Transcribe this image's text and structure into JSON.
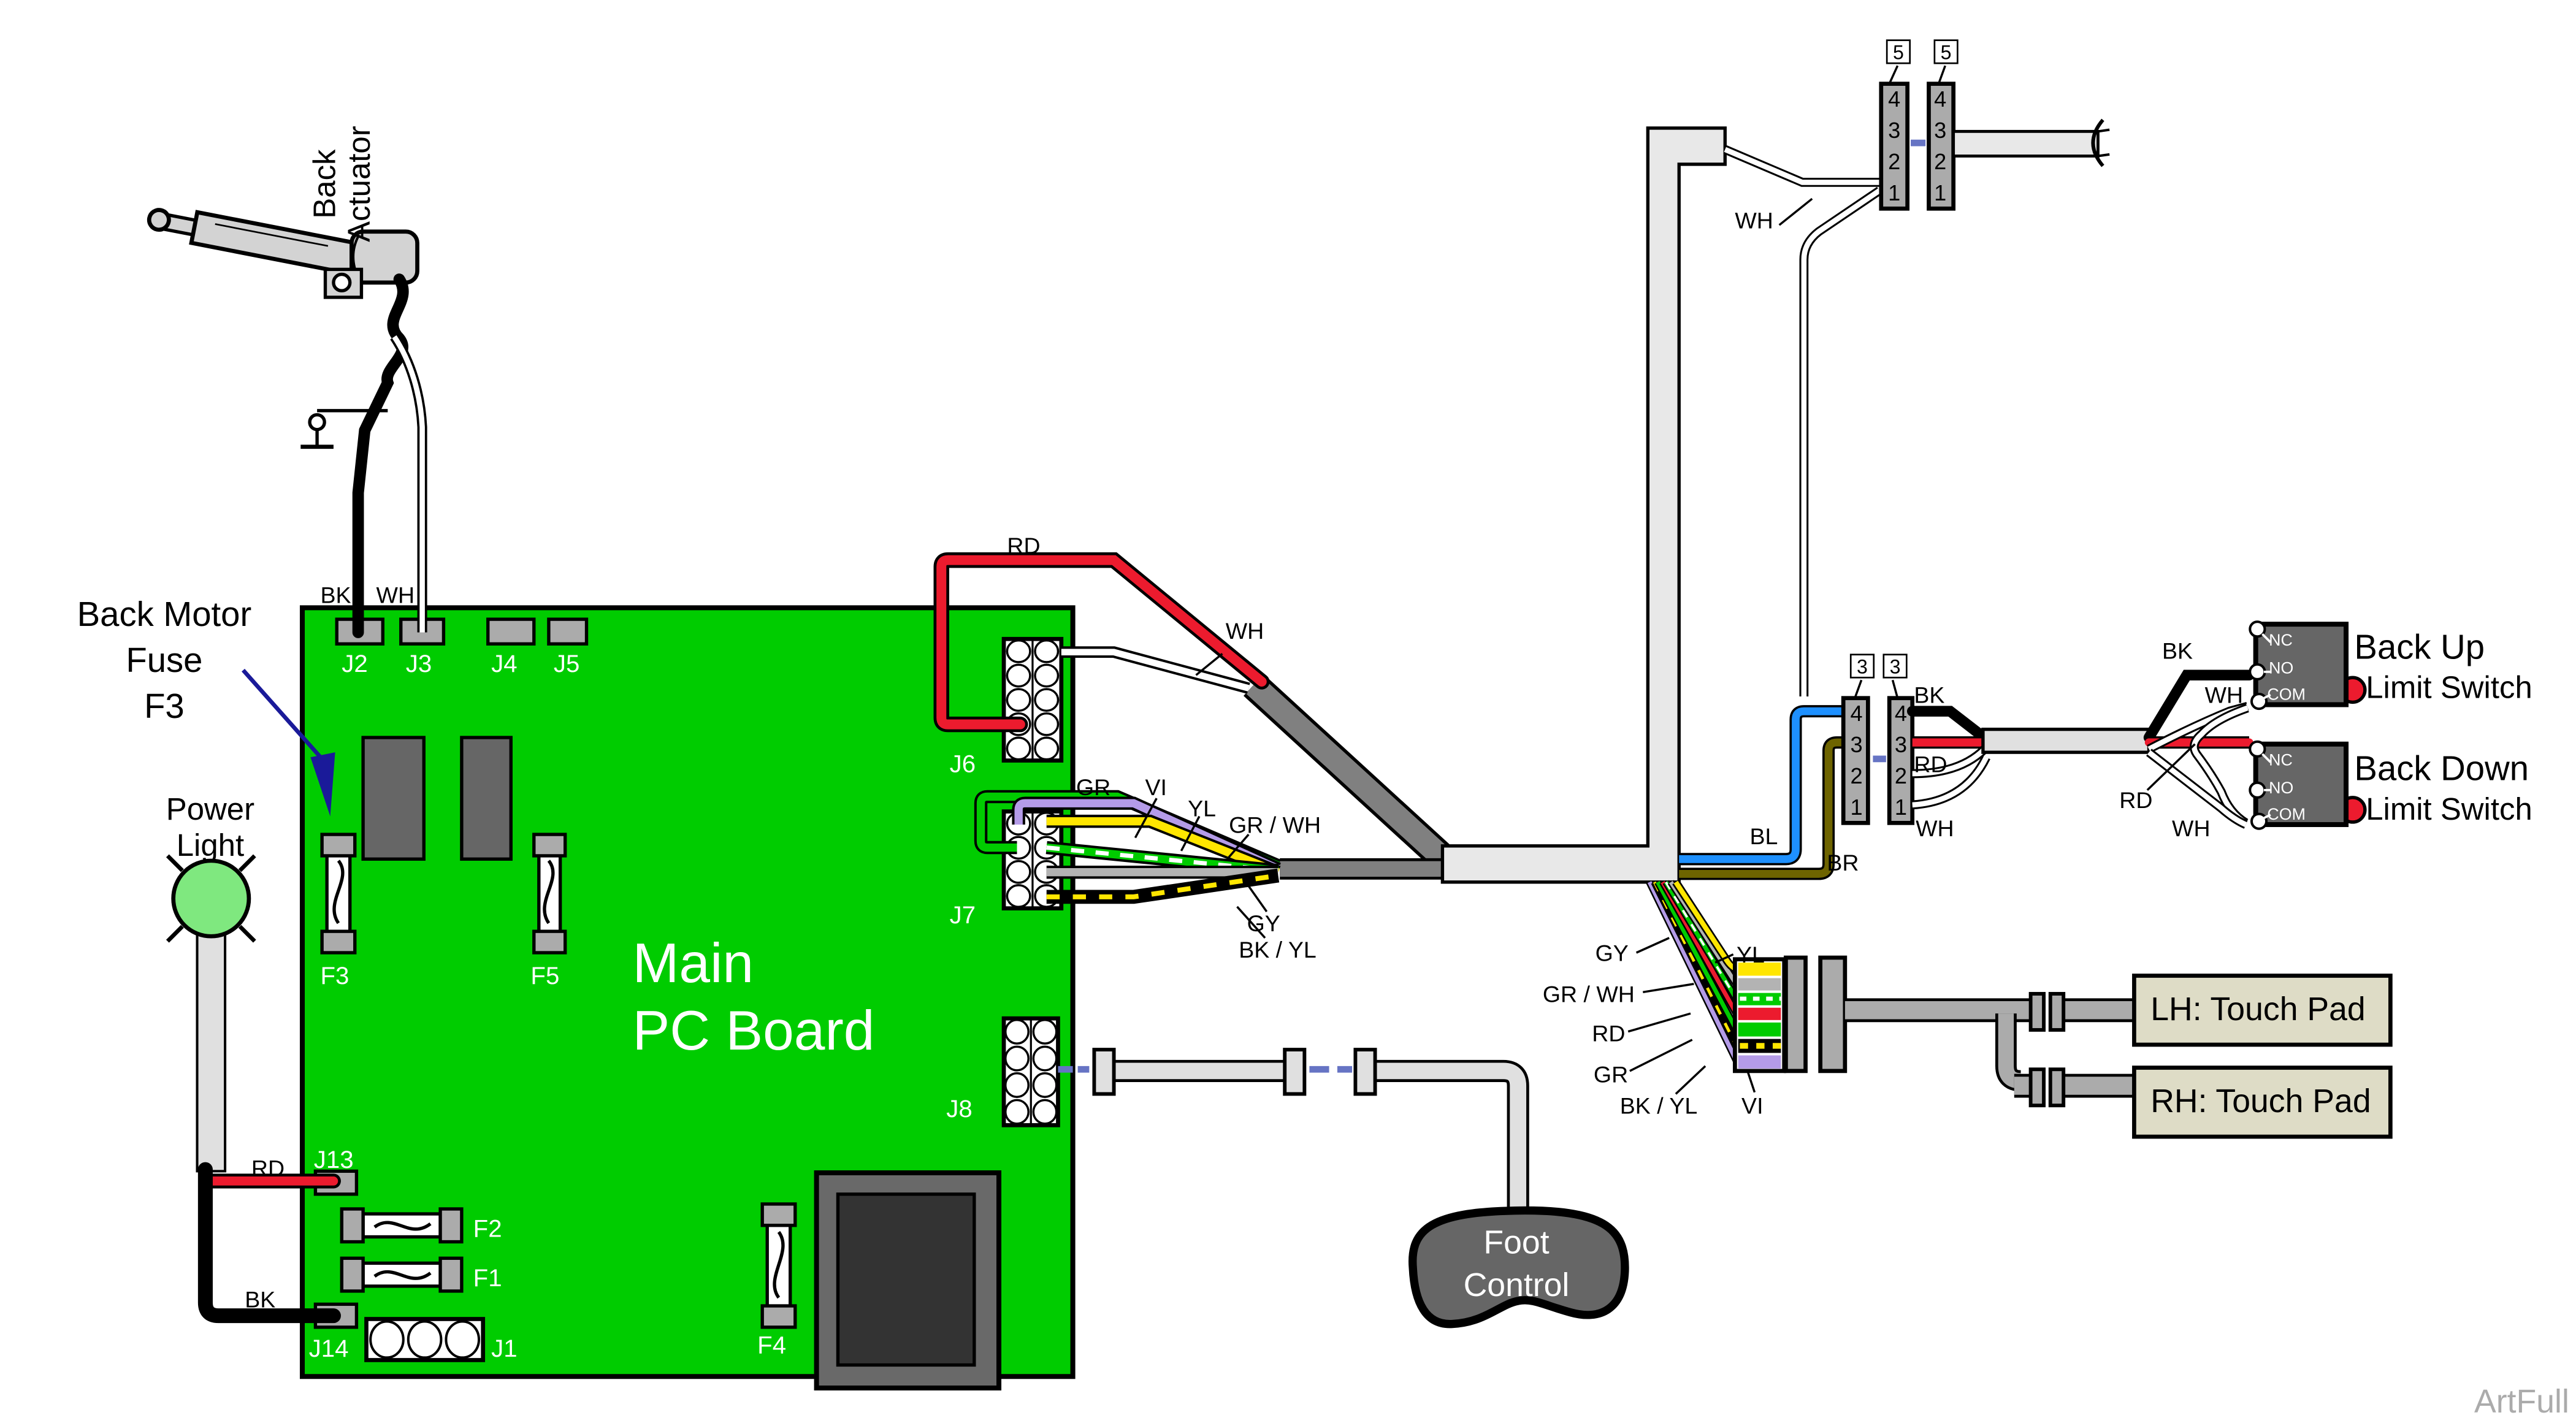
{
  "diagram": {
    "watermark": "ArtFull",
    "board": {
      "title_line1": "Main",
      "title_line2": "PC Board",
      "connectors": {
        "j1": "J1",
        "j2": "J2",
        "j3": "J3",
        "j4": "J4",
        "j5": "J5",
        "j6": "J6",
        "j7": "J7",
        "j8": "J8",
        "j13": "J13",
        "j14": "J14"
      },
      "fuses": {
        "f1": "F1",
        "f2": "F2",
        "f3": "F3",
        "f4": "F4",
        "f5": "F5"
      }
    },
    "actuator": {
      "label_line1": "Back",
      "label_line2": "Actuator"
    },
    "back_motor_fuse": {
      "line1": "Back Motor",
      "line2": "Fuse",
      "line3": "F3"
    },
    "power_light": {
      "line1": "Power",
      "line2": "Light"
    },
    "foot_control": {
      "line1": "Foot",
      "line2": "Control"
    },
    "touch_pads": {
      "lh": "LH: Touch Pad",
      "rh": "RH: Touch Pad"
    },
    "limit_switches": {
      "back_up_line1": "Back Up",
      "back_up_line2": "Limit Switch",
      "back_down_line1": "Back Down",
      "back_down_line2": "Limit Switch",
      "terminals": {
        "nc": "NC",
        "no": "NO",
        "com": "COM"
      }
    },
    "pin_numbers": {
      "n1": "1",
      "n2": "2",
      "n3": "3",
      "n4": "4",
      "box5": "5",
      "box3": "3"
    },
    "wire_labels": {
      "bk_j2": "BK",
      "wh_j3": "WH",
      "rd_j6": "RD",
      "wh_j6": "WH",
      "gr_j7": "GR",
      "vi_j7": "VI",
      "yl_j7": "YL",
      "grwh_j7": "GR / WH",
      "gy_j7": "GY",
      "bkyl_j7": "BK / YL",
      "rd_j13": "RD",
      "bk_j14": "BK",
      "wh_top": "WH",
      "bl": "BL",
      "br": "BR",
      "gy_tp": "GY",
      "yl_tp": "YL",
      "grwh_tp": "GR / WH",
      "rd_tp": "RD",
      "gr_tp": "GR",
      "bkyl_tp": "BK / YL",
      "vi_tp": "VI",
      "bk_mid": "BK",
      "rd_mid": "RD",
      "wh_mid": "WH",
      "bk_sw": "BK",
      "wh_sw_up": "WH",
      "rd_sw": "RD",
      "wh_sw_down": "WH"
    },
    "colors": {
      "board_green": "#00cc00",
      "wire_red": "#ec1b2e",
      "wire_yellow": "#ffe600",
      "wire_violet": "#b49be8",
      "wire_blue": "#1e90ff",
      "wire_brown": "#6e6400",
      "wire_gray": "#b3b3b3",
      "cable_light": "#e8e8e8",
      "cable_mid": "#ababab",
      "connector_gray": "#ababab",
      "dark_gray": "#666666",
      "arrow_navy": "#1a1a99",
      "pad_beige": "#dedcc6",
      "bulb_green": "#7fe87f",
      "dash_blue": "#6674c4",
      "watermark_gray": "#ababab"
    }
  }
}
